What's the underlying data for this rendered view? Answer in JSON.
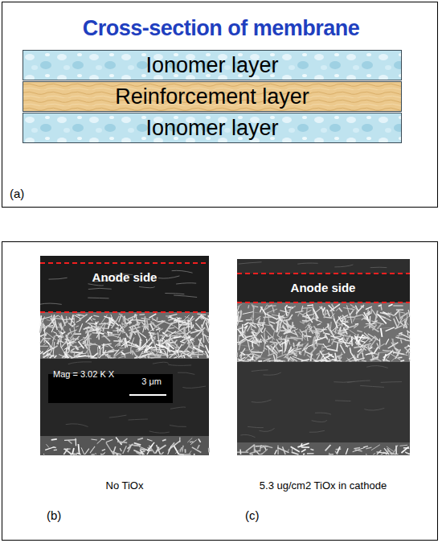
{
  "diagram": {
    "title": "Cross-section of membrane",
    "nodes": [
      {
        "text": [
          "Ionomer layer"
        ]
      },
      {
        "text": [
          "Reinforcement layer"
        ]
      },
      {
        "text": [
          "Ionomer layer"
        ]
      },
      {
        "text": [
          "Mag = 3.02 K X",
          "3 μm"
        ]
      }
    ],
    "labels": [
      "(a)",
      "Anode side",
      "Anode side",
      "No TiOx",
      "5.3 ug/cm2 TiOx in cathode",
      "(b)",
      "(c)"
    ]
  }
}
